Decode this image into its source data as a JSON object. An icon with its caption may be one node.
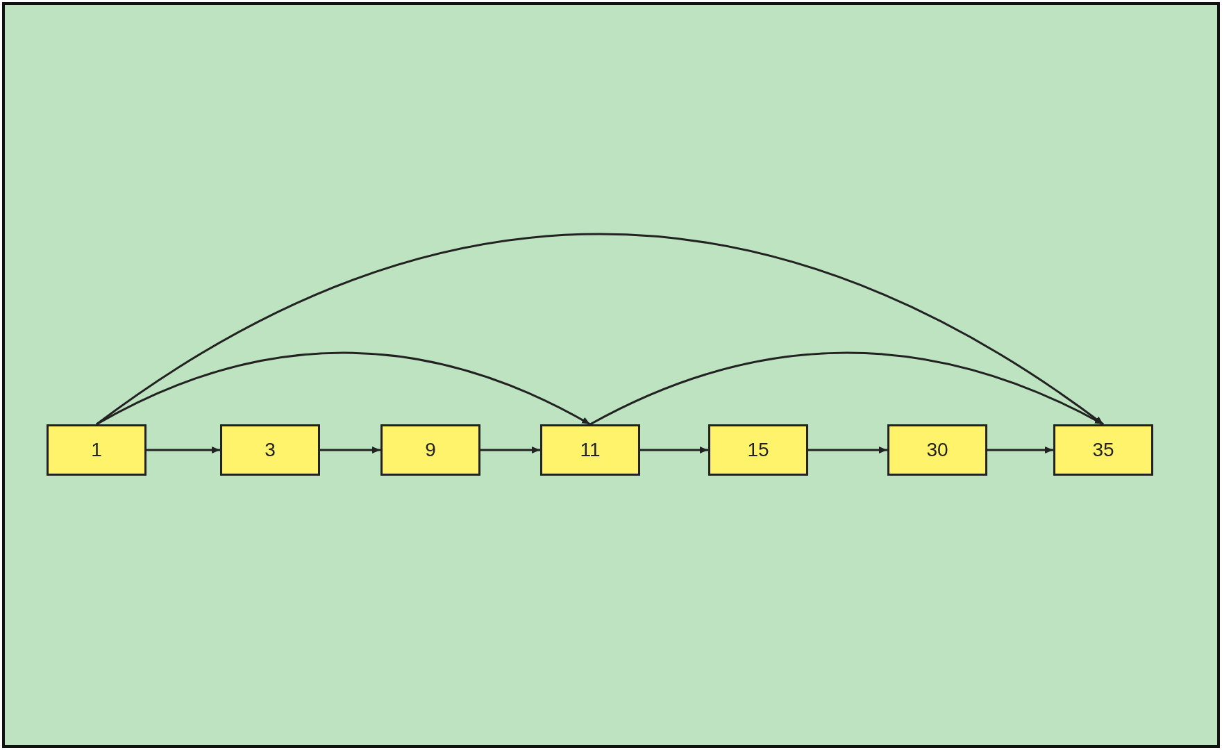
{
  "diagram": {
    "nodes": [
      {
        "text": [
          "1"
        ]
      },
      {
        "text": [
          "3"
        ]
      },
      {
        "text": [
          "9"
        ]
      },
      {
        "text": [
          "11"
        ]
      },
      {
        "text": [
          "15"
        ]
      },
      {
        "text": [
          "30"
        ]
      },
      {
        "text": [
          "35"
        ]
      }
    ],
    "edges": [
      {
        "from": 0,
        "to": 1,
        "arrow": "to"
      },
      {
        "from": 1,
        "to": 2,
        "arrow": "to"
      },
      {
        "from": 2,
        "to": 3,
        "arrow": "to"
      },
      {
        "from": 3,
        "to": 4,
        "arrow": "to"
      },
      {
        "from": 4,
        "to": 5,
        "arrow": "to"
      },
      {
        "from": 5,
        "to": 6,
        "arrow": "to"
      },
      {
        "from": 0,
        "to": 3,
        "arrow": "to"
      },
      {
        "from": 0,
        "to": 6,
        "arrow": "to"
      },
      {
        "from": 3,
        "to": 6,
        "arrow": "to"
      }
    ]
  }
}
